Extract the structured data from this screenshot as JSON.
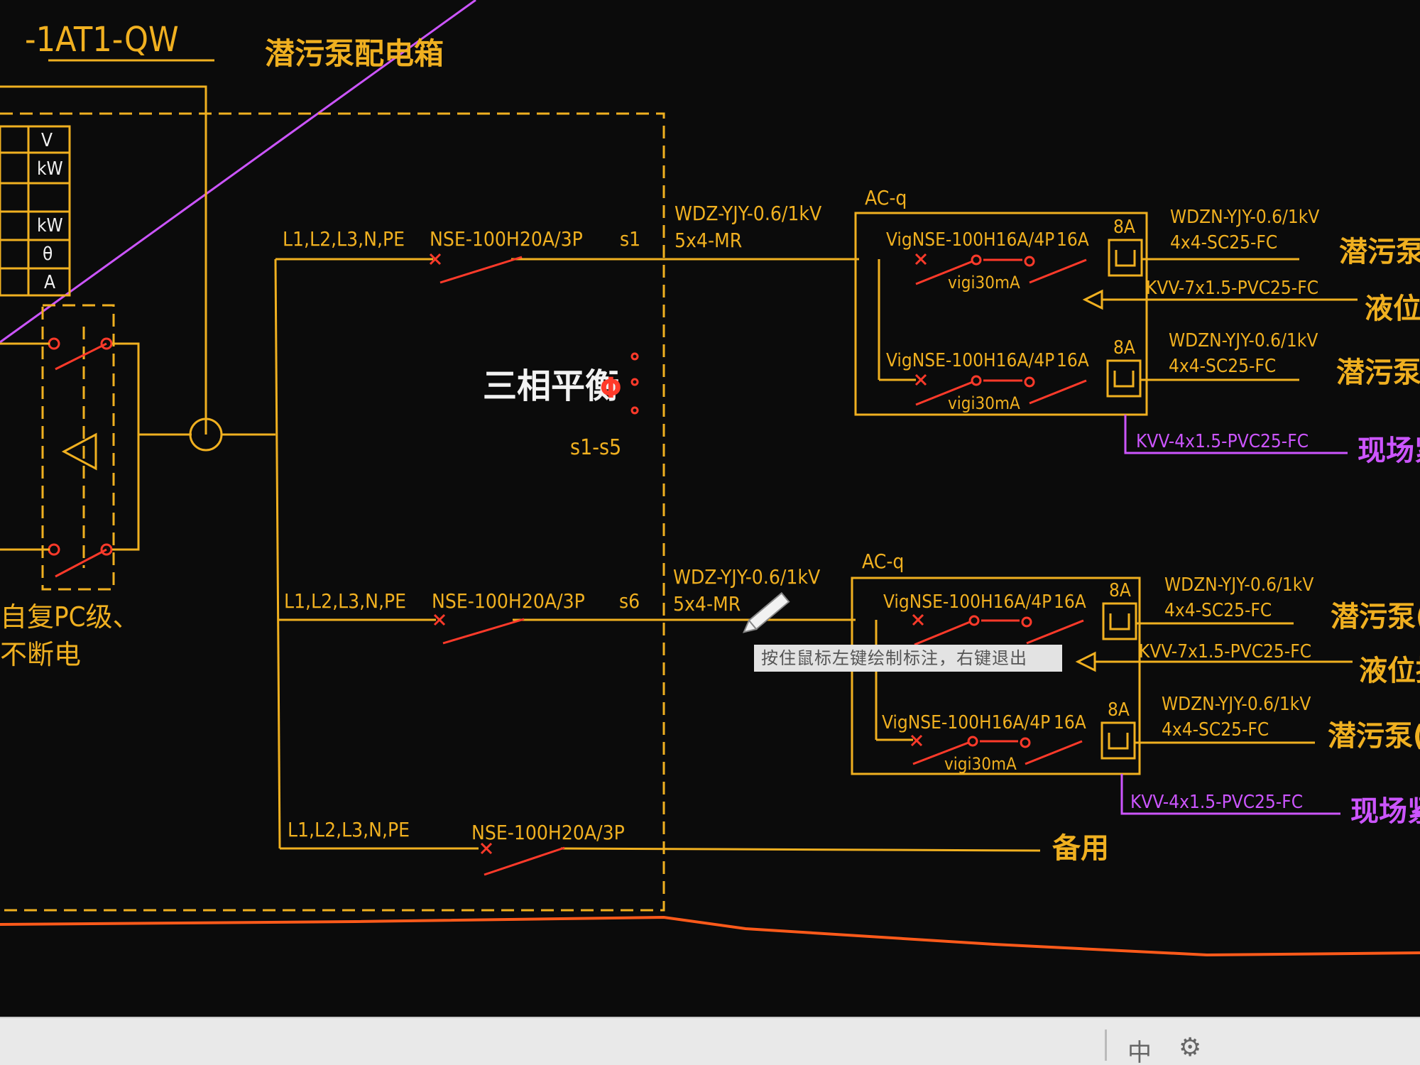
{
  "drawing": {
    "panel_id": "-1AT1-QW",
    "panel_title": "潜污泵配电箱",
    "units_table": [
      "V",
      "kW",
      "",
      "kW",
      "θ",
      "A"
    ],
    "balance_label": "三相平衡",
    "phase_symbol": "Φ",
    "circuit_range": "s1-s5",
    "left_note_line1": "自复PC级、",
    "left_note_line2": "不断电",
    "feeders": [
      {
        "phases": "L1,L2,L3,N,PE",
        "breaker": "NSE-100H20A/3P",
        "circuit": "s1",
        "cable_line1": "WDZ-YJY-0.6/1kV",
        "cable_line2": "5x4-MR"
      },
      {
        "phases": "L1,L2,L3,N,PE",
        "breaker": "NSE-100H20A/3P",
        "circuit": "s6",
        "cable_line1": "WDZ-YJY-0.6/1kV",
        "cable_line2": "5x4-MR"
      },
      {
        "phases": "L1,L2,L3,N,PE",
        "breaker": "NSE-100H20A/3P",
        "spare": "备用"
      }
    ],
    "sub_boxes": [
      {
        "label": "AC-q",
        "rows": [
          {
            "breaker": "VigNSE-100H16A/4P",
            "rcd": "vigi30mA",
            "contactor": "16A",
            "relay": "8A",
            "cable_line1": "WDZN-YJY-0.6/1kV",
            "cable_line2": "4x4-SC25-FC",
            "dest": "潜污泵(常"
          },
          {
            "breaker": "VigNSE-100H16A/4P",
            "rcd": "vigi30mA",
            "contactor": "16A",
            "relay": "8A",
            "cable_line1": "WDZN-YJY-0.6/1kV",
            "cable_line2": "4x4-SC25-FC",
            "dest": "潜污泵(备"
          }
        ],
        "control_cable": "KVV-7x1.5-PVC25-FC",
        "control_dest": "液位控",
        "emergency_cable": "KVV-4x1.5-PVC25-FC",
        "emergency_dest": "现场紧急"
      },
      {
        "label": "AC-q",
        "rows": [
          {
            "breaker": "VigNSE-100H16A/4P",
            "rcd": "vigi30mA",
            "contactor": "16A",
            "relay": "8A",
            "cable_line1": "WDZN-YJY-0.6/1kV",
            "cable_line2": "4x4-SC25-FC",
            "dest": "潜污泵(常"
          },
          {
            "breaker": "VigNSE-100H16A/4P",
            "rcd": "vigi30mA",
            "contactor": "16A",
            "relay": "8A",
            "cable_line1": "WDZN-YJY-0.6/1kV",
            "cable_line2": "4x4-SC25-FC",
            "dest": "潜污泵(备"
          }
        ],
        "control_cable": "KVV-7x1.5-PVC25-FC",
        "control_dest": "液位控",
        "emergency_cable": "KVV-4x1.5-PVC25-FC",
        "emergency_dest": "现场紧急"
      }
    ]
  },
  "tooltip": "按住鼠标左键绘制标注，右键退出",
  "status_bar": {
    "ime": "中",
    "settings_icon": "gear-icon"
  },
  "colors": {
    "background": "#0b0b0b",
    "wire": "#f0b020",
    "breaker": "#ff3a2a",
    "control": "#cc55ff",
    "text": "#f2f2f2"
  }
}
